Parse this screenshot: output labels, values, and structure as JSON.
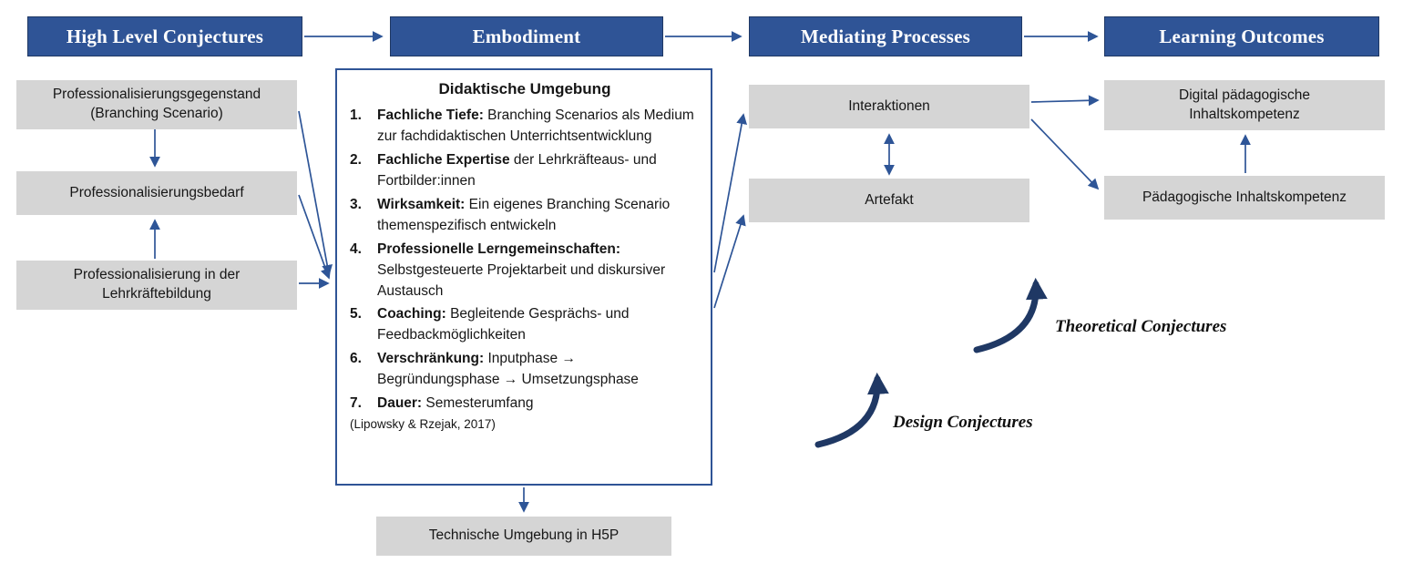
{
  "colors": {
    "header_bg": "#2F5496",
    "header_text": "#FFFFFF",
    "gray_box_bg": "#D5D5D5",
    "box_text": "#161616",
    "arrow": "#2E5597",
    "thick_arrow": "#1F3864",
    "embodiment_border": "#2F5496"
  },
  "headers": {
    "high_level": "High Level Conjectures",
    "embodiment": "Embodiment",
    "mediating": "Mediating Processes",
    "outcomes": "Learning Outcomes"
  },
  "conjectures": {
    "gegenstand": "Professionalisierungsgegenstand\n(Branching Scenario)",
    "bedarf": "Professionalisierungsbedarf",
    "lehrkraeftebildung": "Professionalisierung in der\nLehrkräftebildung"
  },
  "embodiment_box": {
    "title": "Didaktische Umgebung",
    "items": [
      {
        "num": "1.",
        "lead": "Fachliche Tiefe:",
        "text": " Branching Scenarios als Medium zur fachdidaktischen Unterrichtsentwicklung"
      },
      {
        "num": "2.",
        "lead": "Fachliche Expertise",
        "text": " der Lehrkräfteaus- und Fortbilder:innen"
      },
      {
        "num": "3.",
        "lead": "Wirksamkeit:",
        "text": " Ein eigenes Branching Scenario themenspezifisch entwickeln"
      },
      {
        "num": "4.",
        "lead": "Professionelle Lerngemeinschaften:",
        "text": " Selbstgesteuerte Projektarbeit und diskursiver Austausch"
      },
      {
        "num": "5.",
        "lead": "Coaching:",
        "text": " Begleitende Gesprächs- und Feedbackmöglichkeiten"
      },
      {
        "num": "6.",
        "lead": "Verschränkung:",
        "text": " Inputphase → Begründungsphase → Umsetzungsphase"
      },
      {
        "num": "7.",
        "lead": "Dauer:",
        "text": " Semesterumfang"
      }
    ],
    "citation": "(Lipowsky & Rzejak, 2017)"
  },
  "technical": "Technische Umgebung in H5P",
  "mediating": {
    "interaktionen": "Interaktionen",
    "artefakt": "Artefakt"
  },
  "outcomes": {
    "digital": "Digital pädagogische\nInhaltskompetenz",
    "paedagogische": "Pädagogische Inhaltskompetenz"
  },
  "annotations": {
    "theoretical": "Theoretical Conjectures",
    "design": "Design Conjectures"
  }
}
